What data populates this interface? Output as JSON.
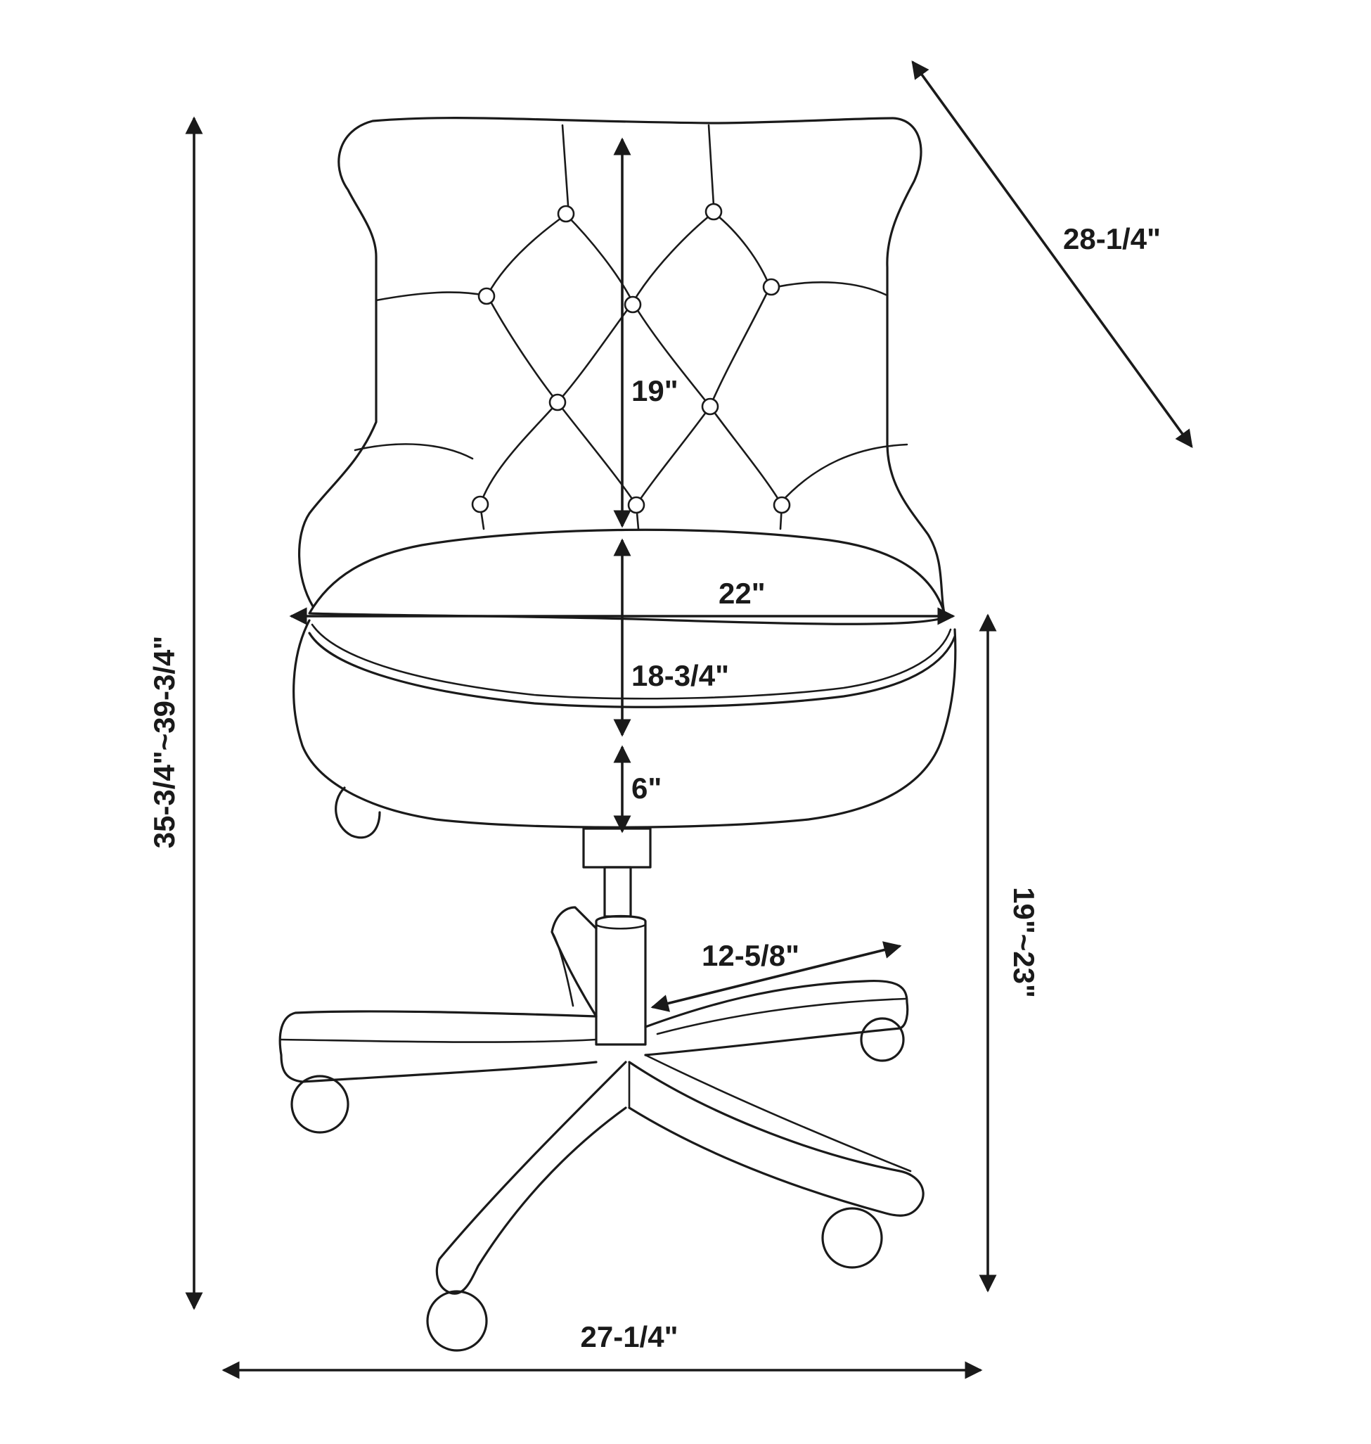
{
  "figure": {
    "subject": "tufted office chair dimension drawing",
    "line_color": "#1a1a1a",
    "background_color": "#ffffff"
  },
  "dimensions": {
    "overall_height": "35-3/4\"~39-3/4\"",
    "depth": "28-1/4\"",
    "back_height": "19\"",
    "seat_width": "22\"",
    "seat_depth": "18-3/4\"",
    "seat_thickness": "6\"",
    "seat_height": "19\"~23\"",
    "leg_length": "12-5/8\"",
    "base_width": "27-1/4\""
  }
}
